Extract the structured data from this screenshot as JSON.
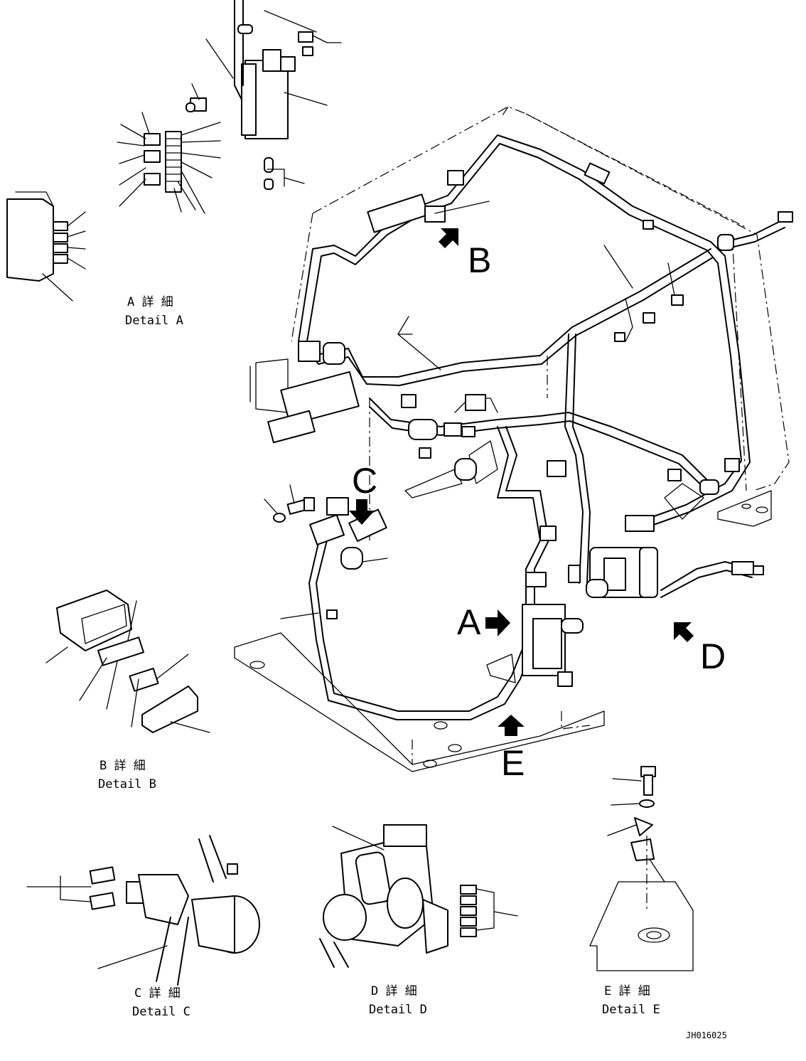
{
  "drawing_code": "JH016025",
  "callouts": {
    "a": "A",
    "b": "B",
    "c": "C",
    "d": "D",
    "e": "E"
  },
  "details": {
    "a": {
      "jp": "A 詳 細",
      "en": "Detail A"
    },
    "b": {
      "jp": "B 詳 細",
      "en": "Detail B"
    },
    "c": {
      "jp": "C 詳 細",
      "en": "Detail C"
    },
    "d": {
      "jp": "D 詳 細",
      "en": "Detail D"
    },
    "e": {
      "jp": "E 詳 細",
      "en": "Detail E"
    }
  },
  "colors": {
    "ink": "#000000",
    "paper": "#ffffff"
  }
}
